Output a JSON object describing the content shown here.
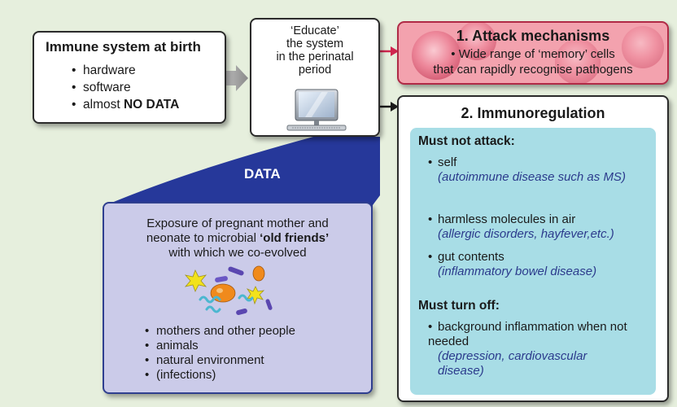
{
  "birth": {
    "title": "Immune system at birth",
    "items": [
      "hardware",
      "software",
      "almost "
    ],
    "no_data": "NO DATA"
  },
  "educate": {
    "lines": [
      "‘Educate’",
      "the system",
      "in the perinatal",
      "period"
    ]
  },
  "attack": {
    "title": "1. Attack mechanisms",
    "line1": "• Wide range of ‘memory’ cells",
    "line2": "that can rapidly recognise pathogens"
  },
  "immuno": {
    "title": "2. Immunoregulation",
    "must_not_attack": "Must not attack:",
    "items": [
      {
        "label": "self",
        "example": "(autoimmune disease such as MS)"
      },
      {
        "label": "harmless molecules in air",
        "example": "(allergic disorders, hayfever,etc.)"
      },
      {
        "label": "gut contents",
        "example": "(inflammatory bowel disease)"
      }
    ],
    "must_turn_off": "Must turn off:",
    "off_item": {
      "label": "background inflammation when not needed",
      "example": "(depression, cardiovascular disease)"
    }
  },
  "data_label": "DATA",
  "exposure": {
    "line1": "Exposure of pregnant mother and",
    "line2": "neonate to microbial ",
    "old_friends": "‘old friends’",
    "line3": "with which we co-evolved",
    "sources": [
      "mothers and other people",
      "animals",
      "natural environment",
      "(infections)"
    ]
  },
  "colors": {
    "background": "#e6efdd",
    "attack_fill": "#f3a2ae",
    "regulation_fill": "#a8dde6",
    "data_funnel": "#26389a",
    "exposure_fill": "#cbcbe9",
    "example_text": "#2b3a8c"
  }
}
